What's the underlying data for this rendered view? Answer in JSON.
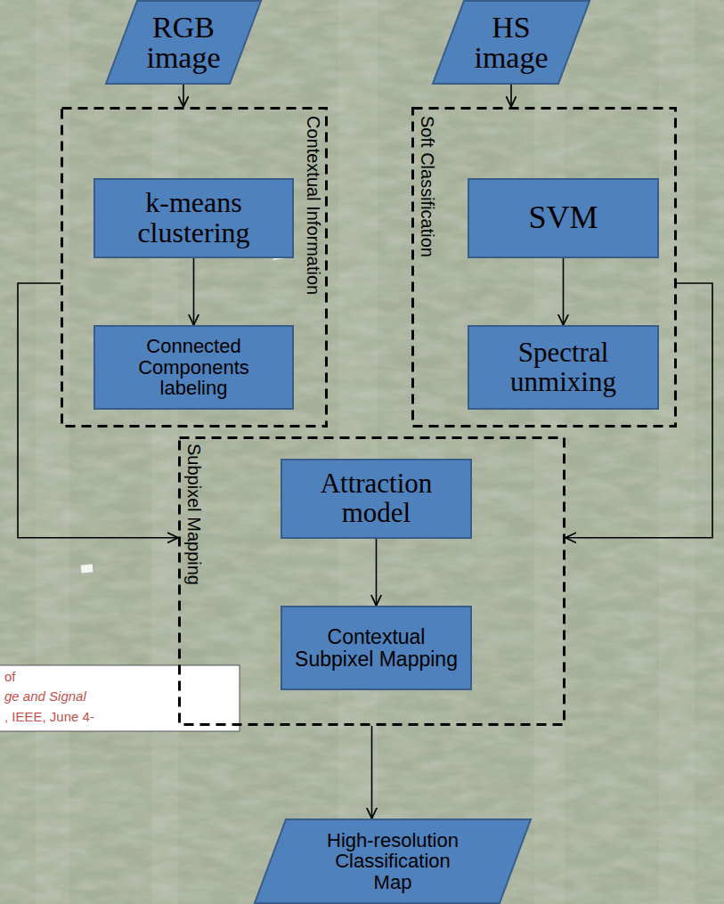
{
  "diagram": {
    "nodes": [
      {
        "text": [
          "RGB image"
        ]
      },
      {
        "text": [
          "HS image"
        ]
      },
      {
        "text": [
          "Contextual Information"
        ]
      },
      {
        "text": [
          "k-means clustering"
        ],
        "in": 2
      },
      {
        "text": [
          "Connected Components labeling"
        ],
        "in": 2
      },
      {
        "text": [
          "Soft Classification"
        ]
      },
      {
        "text": [
          "SVM"
        ],
        "in": 5
      },
      {
        "text": [
          "Spectral unmixing"
        ],
        "in": 5
      },
      {
        "text": [
          "Subpixel Mapping"
        ]
      },
      {
        "text": [
          "Attraction model"
        ],
        "in": 8
      },
      {
        "text": [
          "Contextual Subpixel Mapping"
        ],
        "in": 8
      },
      {
        "text": [
          "High-resolution Classification Map"
        ]
      }
    ],
    "edges": [
      {
        "from": 0,
        "to": 2,
        "arrow": "to"
      },
      {
        "from": 1,
        "to": 5,
        "arrow": "to"
      },
      {
        "from": 3,
        "to": 4,
        "arrow": "to"
      },
      {
        "from": 6,
        "to": 7,
        "arrow": "to"
      },
      {
        "from": 2,
        "to": 8,
        "arrow": "to"
      },
      {
        "from": 5,
        "to": 8,
        "arrow": "to"
      },
      {
        "from": 9,
        "to": 10,
        "arrow": "to"
      },
      {
        "from": 8,
        "to": 11,
        "arrow": "to"
      }
    ],
    "labels": [
      "of",
      "ge and Signal",
      ", IEEE, June 4-"
    ]
  }
}
